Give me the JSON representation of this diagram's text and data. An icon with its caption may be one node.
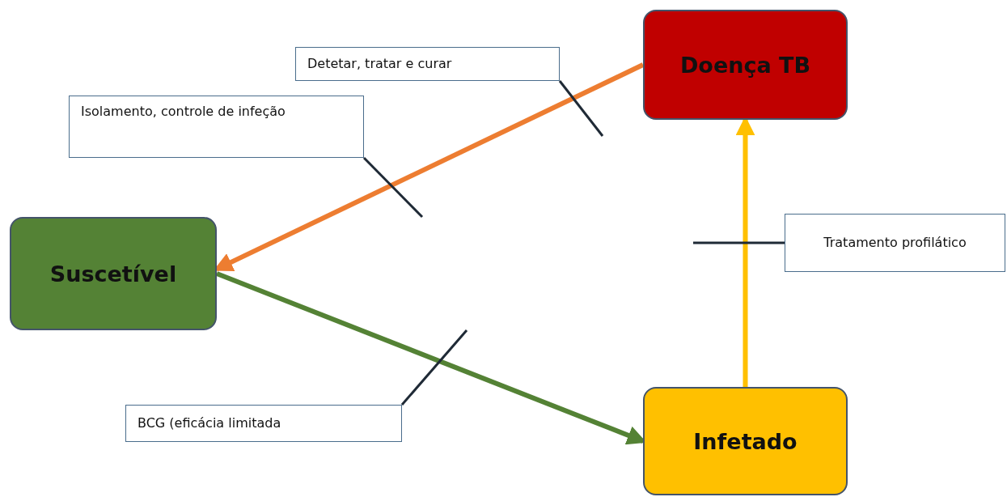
{
  "diagram": {
    "nodes": [
      {
        "text": [
          "Doença TB"
        ]
      },
      {
        "text": [
          "Detetar, tratar e curar"
        ]
      },
      {
        "text": [
          "Isolamento, controle de infeção"
        ]
      },
      {
        "text": [
          "Suscetível"
        ]
      },
      {
        "text": [
          "Tratamento profilático"
        ]
      },
      {
        "text": [
          "Infetado"
        ]
      },
      {
        "text": [
          "BCG (eficácia limitada"
        ]
      }
    ],
    "edges": [
      {
        "from": 0,
        "to": 3,
        "arrow": "to",
        "style": "thick",
        "color": "#ed7d31"
      },
      {
        "from": 3,
        "to": 5,
        "arrow": "to",
        "style": "thick",
        "color": "#548235"
      },
      {
        "from": 5,
        "to": 0,
        "arrow": "to",
        "style": "thick",
        "color": "#ffc000"
      },
      {
        "from": 1,
        "to": null,
        "arrow": "none"
      },
      {
        "from": 2,
        "to": null,
        "arrow": "none"
      },
      {
        "from": 4,
        "to": null,
        "arrow": "none"
      },
      {
        "from": 6,
        "to": null,
        "arrow": "none"
      }
    ]
  }
}
